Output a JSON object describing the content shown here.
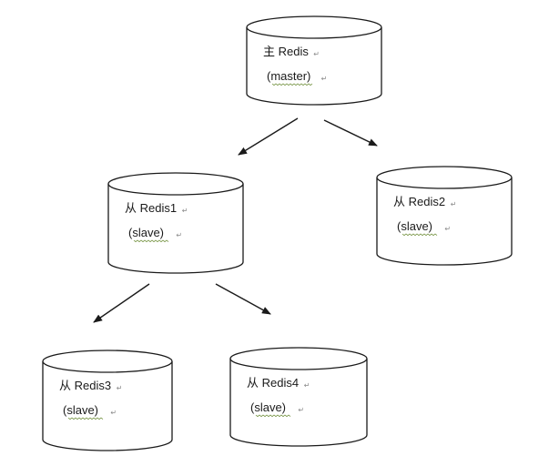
{
  "nodes": [
    {
      "id": "master",
      "title": "主 Redis",
      "subtitle": "(master)"
    },
    {
      "id": "redis1",
      "title": "从 Redis1",
      "subtitle": "(slave)"
    },
    {
      "id": "redis2",
      "title": "从 Redis2",
      "subtitle": "(slave)"
    },
    {
      "id": "redis3",
      "title": "从 Redis3",
      "subtitle": "(slave)"
    },
    {
      "id": "redis4",
      "title": "从 Redis4",
      "subtitle": "(slave)"
    }
  ],
  "edges": [
    {
      "from": "master",
      "to": "redis1"
    },
    {
      "from": "master",
      "to": "redis2"
    },
    {
      "from": "redis1",
      "to": "redis3"
    },
    {
      "from": "redis1",
      "to": "redis4"
    }
  ],
  "colors": {
    "stroke": "#1a1a1a",
    "background": "#ffffff",
    "spellcheck": "#6f8f3a"
  }
}
